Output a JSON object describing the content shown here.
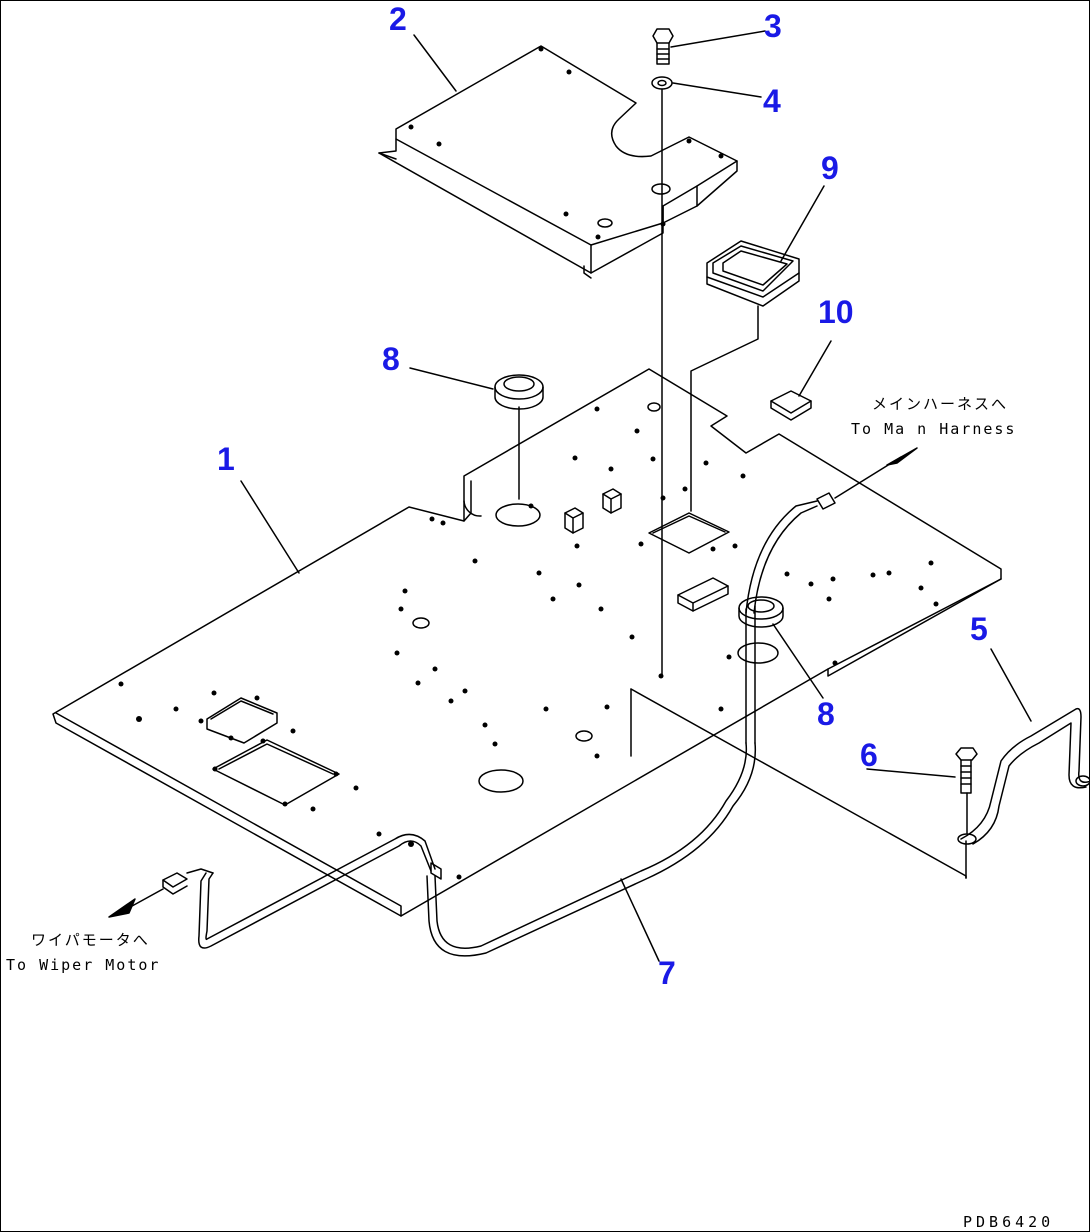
{
  "callouts": {
    "c1": "1",
    "c2": "2",
    "c3": "3",
    "c4": "4",
    "c5": "5",
    "c6": "6",
    "c7": "7",
    "c8a": "8",
    "c8b": "8",
    "c9": "9",
    "c10": "10"
  },
  "notes": {
    "main_harness_jp": "メインハーネスへ",
    "main_harness_en": "To Ma n Harness",
    "wiper_motor_jp": "ワイパモータへ",
    "wiper_motor_en": "To Wiper Motor"
  },
  "drawing_code": "PDB6420",
  "colors": {
    "callout": "#1a1ae6",
    "line": "#000000",
    "background": "#ffffff"
  }
}
